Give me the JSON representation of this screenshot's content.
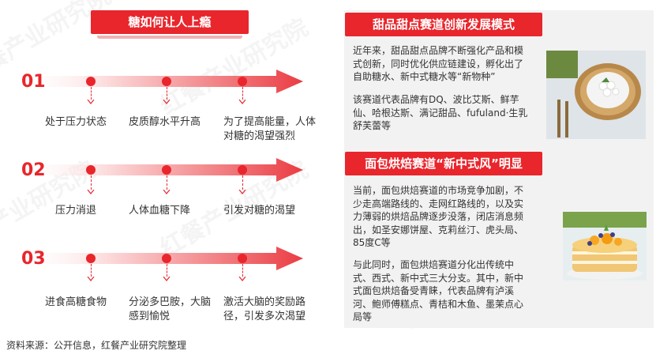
{
  "left": {
    "title": "糖如何让人上瘾",
    "rows": [
      {
        "number": "01",
        "steps": [
          "处于压力状态",
          "皮质醇水平升高",
          "为了提高能量，人体对糖的渴望强烈"
        ]
      },
      {
        "number": "02",
        "steps": [
          "压力消退",
          "人体血糖下降",
          "引发对糖的渴望"
        ]
      },
      {
        "number": "03",
        "steps": [
          "进食高糖食物",
          "分泌多巴胺，大脑感到愉悦",
          "激活大脑的奖励路径，引发多次渴望"
        ]
      }
    ]
  },
  "right": {
    "section1": {
      "title": "甜品甜点赛道创新发展模式",
      "paragraph1": "近年来，甜品甜点品牌不断强化产品和模式创新，同时优化供应链建设，孵化出了自助糖水、新中式糖水等“新物种”",
      "paragraph2": "该赛道代表品牌有DQ、波比艾斯、鲜芋仙、哈根达斯、满记甜品、fufuland·生乳舒芙蕾等"
    },
    "section2": {
      "title": "面包烘焙赛道“新中式风”明显",
      "paragraph1": "当前，面包烘焙赛道的市场竞争加剧，不少走高端路线的、走网红路线的，以及实力薄弱的烘焙品牌逐步没落，闭店消息频出，如圣安娜饼屋、克莉丝汀、虎头局、85度C等",
      "paragraph2": "与此同时，面包烘焙赛道分化出传统中式、西式、新中式三大分支。其中，新中式面包烘焙备受青睐，代表品牌有泸溪河、鲍师傅糕点、青桔和木鱼、墨茉点心局等"
    }
  },
  "source": "资料来源：公开信息，红餐产业研究院整理",
  "watermark": "红餐产业研究院",
  "colors": {
    "accent": "#e8262c",
    "panel": "#f2f2f2"
  }
}
